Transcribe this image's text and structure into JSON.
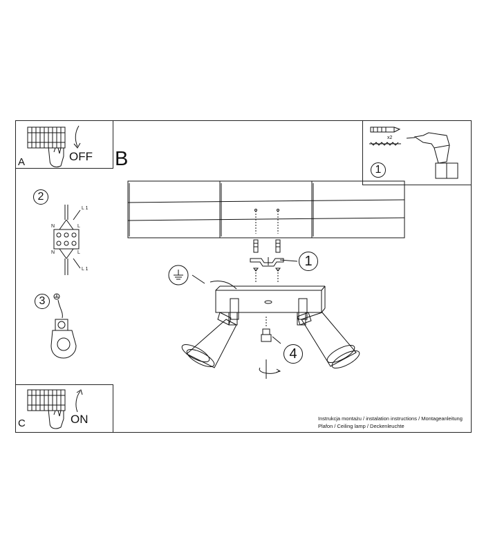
{
  "labels": {
    "panel_a": "A",
    "panel_b": "B",
    "panel_c": "C",
    "off": "OFF",
    "on": "ON",
    "step1_drill": "1",
    "step1_bracket": "1",
    "step2": "2",
    "step3": "3",
    "step4": "4",
    "x2": "x2",
    "wire_n_top": "N",
    "wire_n_bottom": "N",
    "wire_l_left": "L",
    "wire_l_right": "L",
    "wire_l1_top": "L 1",
    "wire_l1_bottom": "L 1"
  },
  "caption": {
    "line1": "Instrukcja montażu / instalation instructions / Montageanleitung",
    "line2": "Plafon / Ceiling lamp / Deckenleuchte"
  },
  "colors": {
    "line": "#111111",
    "paper": "#ffffff"
  }
}
